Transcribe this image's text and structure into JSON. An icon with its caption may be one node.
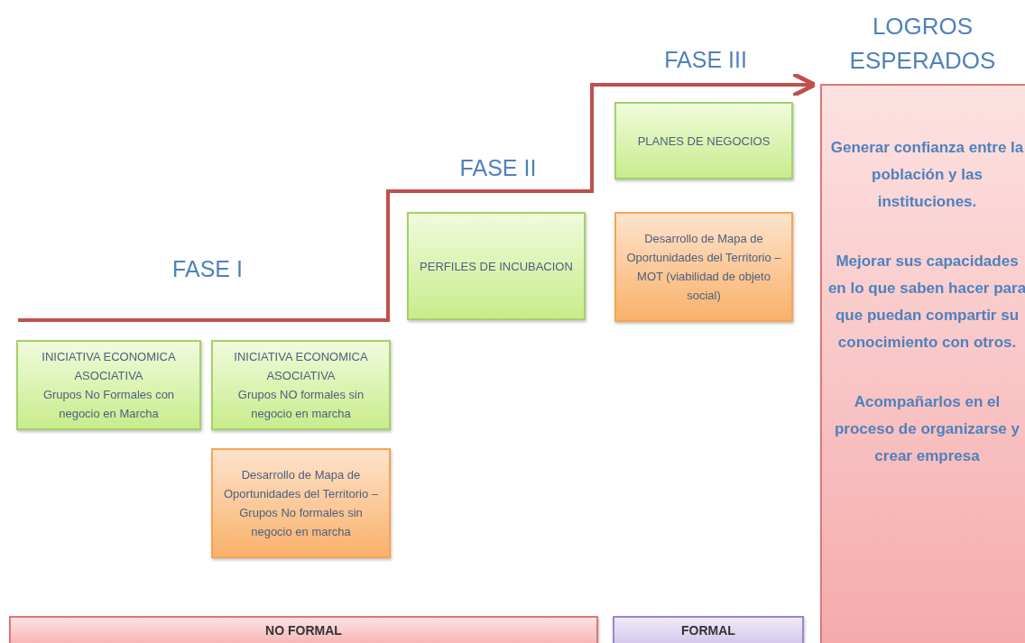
{
  "diagram": {
    "nodes": [
      {
        "text": [
          "INICIATIVA ECONOMICA ASOCIATIVA",
          "Grupos No Formales con negocio en Marcha"
        ]
      },
      {
        "text": [
          "INICIATIVA ECONOMICA ASOCIATIVA",
          "Grupos NO formales sin negocio en marcha"
        ]
      },
      {
        "text": [
          "Desarrollo de  Mapa de Oportunidades del Territorio – Grupos No formales sin negocio en marcha"
        ]
      },
      {
        "text": [
          "PERFILES  DE INCUBACION"
        ]
      },
      {
        "text": [
          "PLANES DE NEGOCIOS"
        ]
      },
      {
        "text": [
          "Desarrollo de  Mapa de Oportunidades del Territorio – MOT (viabilidad de objeto social)"
        ]
      },
      {
        "text": [
          "NO FORMAL"
        ]
      },
      {
        "text": [
          "FORMAL"
        ]
      },
      {
        "text": [
          "LOGROS ESPERADOS",
          "Generar confianza entre la población y las instituciones.",
          "Mejorar sus capacidades en lo que saben hacer para que puedan compartir su conocimiento con otros.",
          "Acompañarlos en el proceso de organizarse y crear empresa"
        ]
      }
    ],
    "edges": [
      {
        "from": null,
        "to": 8,
        "arrow": "to"
      }
    ],
    "labels": [
      "FASE III",
      "FASE II",
      "FASE I"
    ]
  }
}
